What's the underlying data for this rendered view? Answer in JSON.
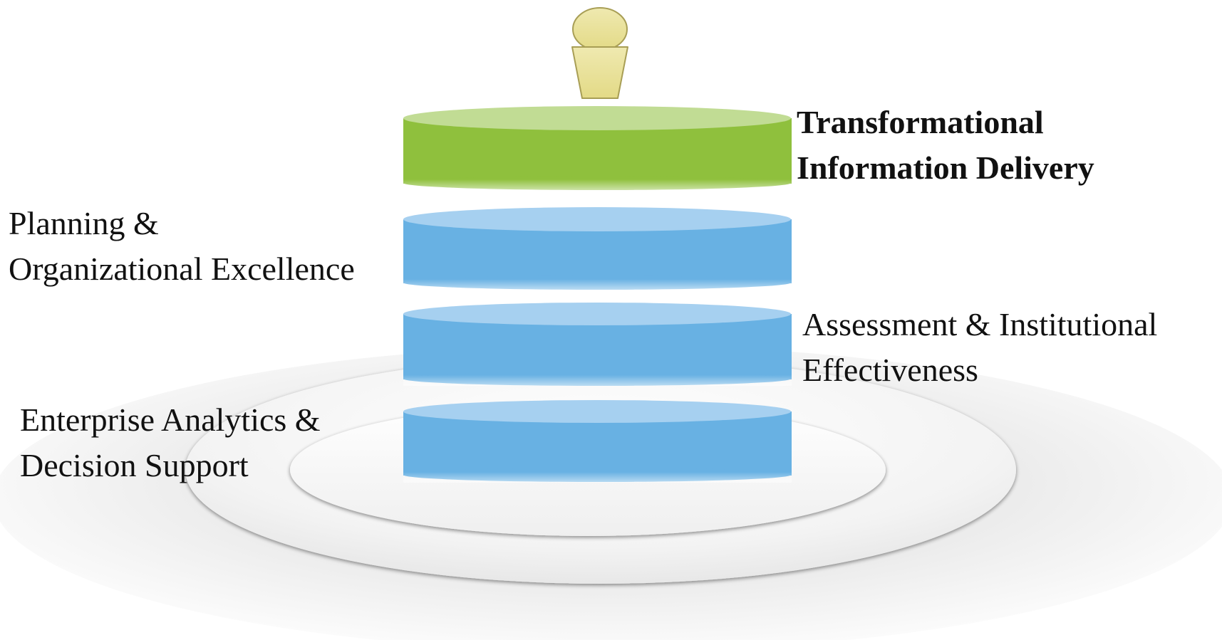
{
  "layers": [
    {
      "id": "transformational",
      "lines": [
        "Transformational",
        "Information Delivery"
      ],
      "color": "#8fc03d",
      "top_color": "#c1dc94",
      "emphasis": "bold"
    },
    {
      "id": "planning",
      "lines": [
        "Planning &",
        "Organizational Excellence"
      ],
      "color": "#68b1e3",
      "top_color": "#a6d0f0"
    },
    {
      "id": "assessment",
      "lines": [
        "Assessment & Institutional",
        "Effectiveness"
      ],
      "color": "#68b1e3",
      "top_color": "#a6d0f0"
    },
    {
      "id": "enterprise",
      "lines": [
        "Enterprise Analytics &",
        "Decision Support"
      ],
      "color": "#68b1e3",
      "top_color": "#a6d0f0"
    }
  ],
  "figure": {
    "color": "#e9e29b",
    "outline": "#a89e55"
  },
  "base_rings": {
    "color": "#d9d9d9"
  }
}
